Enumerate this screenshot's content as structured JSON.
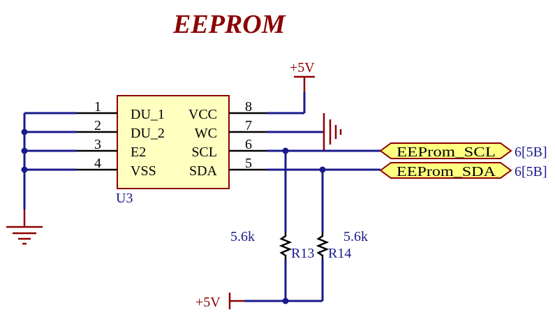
{
  "title": "EEPROM",
  "chip": {
    "designator": "U3",
    "left_pins": [
      {
        "number": "1",
        "name": "DU_1"
      },
      {
        "number": "2",
        "name": "DU_2"
      },
      {
        "number": "3",
        "name": "E2"
      },
      {
        "number": "4",
        "name": "VSS"
      }
    ],
    "right_pins": [
      {
        "number": "8",
        "name": "VCC"
      },
      {
        "number": "7",
        "name": "WC"
      },
      {
        "number": "6",
        "name": "SCL"
      },
      {
        "number": "5",
        "name": "SDA"
      }
    ]
  },
  "power": {
    "top": "+5V",
    "bottom": "+5V"
  },
  "ports": [
    {
      "name": "EEProm_SCL",
      "ref": "6[5B]"
    },
    {
      "name": "EEProm_SDA",
      "ref": "6[5B]"
    }
  ],
  "resistors": [
    {
      "designator": "R13",
      "value": "5.6k"
    },
    {
      "designator": "R14",
      "value": "5.6k"
    }
  ],
  "colors": {
    "wire": "#1a1a8c",
    "power": "#8b0000",
    "chip_fill": "#ffffc0",
    "port_fill": "#ffff80"
  }
}
